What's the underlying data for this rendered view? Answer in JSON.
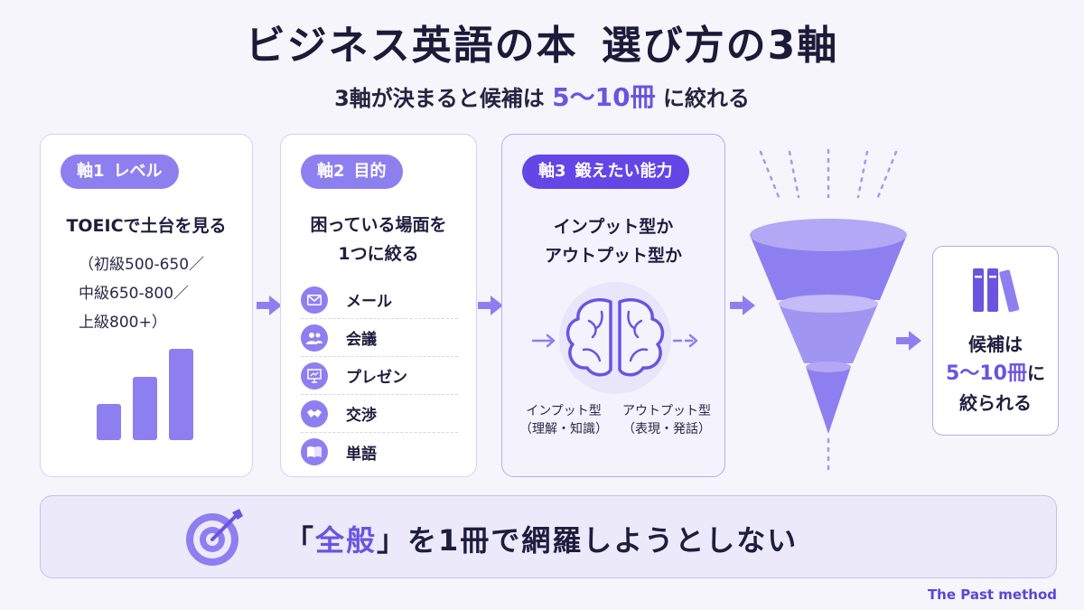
{
  "title": {
    "part1": "ビジネス英語の本",
    "part2": "選び方の3軸"
  },
  "subtitle": {
    "pre": "3軸が決まると候補は",
    "accent": "5〜10冊",
    "post": "に絞れる"
  },
  "axis1": {
    "num": "軸1",
    "label": "レベル",
    "lead": "TOEICで土台を見る",
    "lines": [
      "（初級500-650／",
      "中級650-800／",
      "上級800+）"
    ],
    "bar_levels": [
      0.38,
      0.66,
      0.95
    ]
  },
  "axis2": {
    "num": "軸2",
    "label": "目的",
    "lead1": "困っている場面を",
    "lead2": "1つに絞る",
    "items": [
      {
        "icon": "mail-icon",
        "label": "メール"
      },
      {
        "icon": "people-icon",
        "label": "会議"
      },
      {
        "icon": "presentation-icon",
        "label": "プレゼン"
      },
      {
        "icon": "handshake-icon",
        "label": "交渉"
      },
      {
        "icon": "book-icon",
        "label": "単語"
      }
    ]
  },
  "axis3": {
    "num": "軸3",
    "label": "鍛えたい能力",
    "lead1": "インプット型か",
    "lead2": "アウトプット型か",
    "input_label": "インプット型",
    "input_sub": "（理解・知識）",
    "output_label": "アウトプット型",
    "output_sub": "（表現・発話）"
  },
  "result": {
    "line1": "候補は",
    "accent": "5〜10冊",
    "line2": "に",
    "line3": "絞られる"
  },
  "banner": {
    "pre": "「",
    "accent": "全般",
    "post": "」を1冊で網羅しようとしない"
  },
  "brand": "The Past method",
  "colors": {
    "accent": "#6a54e0",
    "pill": "#8e7ff0",
    "pill_dark": "#6246e6",
    "background": "#f6f5fb"
  }
}
